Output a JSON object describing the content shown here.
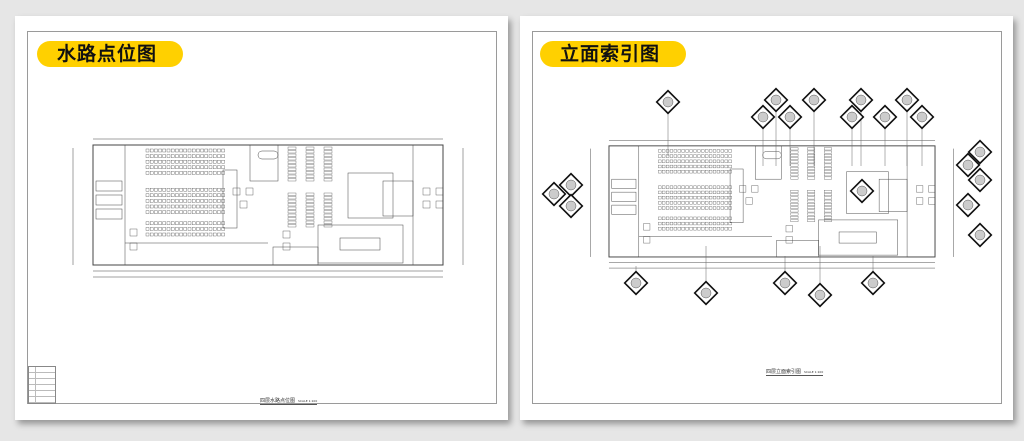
{
  "panels": [
    {
      "id": "water",
      "title": "水路点位图",
      "caption": "四层水路点位图",
      "scale": "SCALE 1:100"
    },
    {
      "id": "elevation",
      "title": "立面索引图",
      "caption": "四层立面索引图",
      "scale": "SCALE 1:100"
    }
  ],
  "colors": {
    "accent": "#ffd000",
    "background": "#e6e6e6",
    "line": "#333333"
  }
}
